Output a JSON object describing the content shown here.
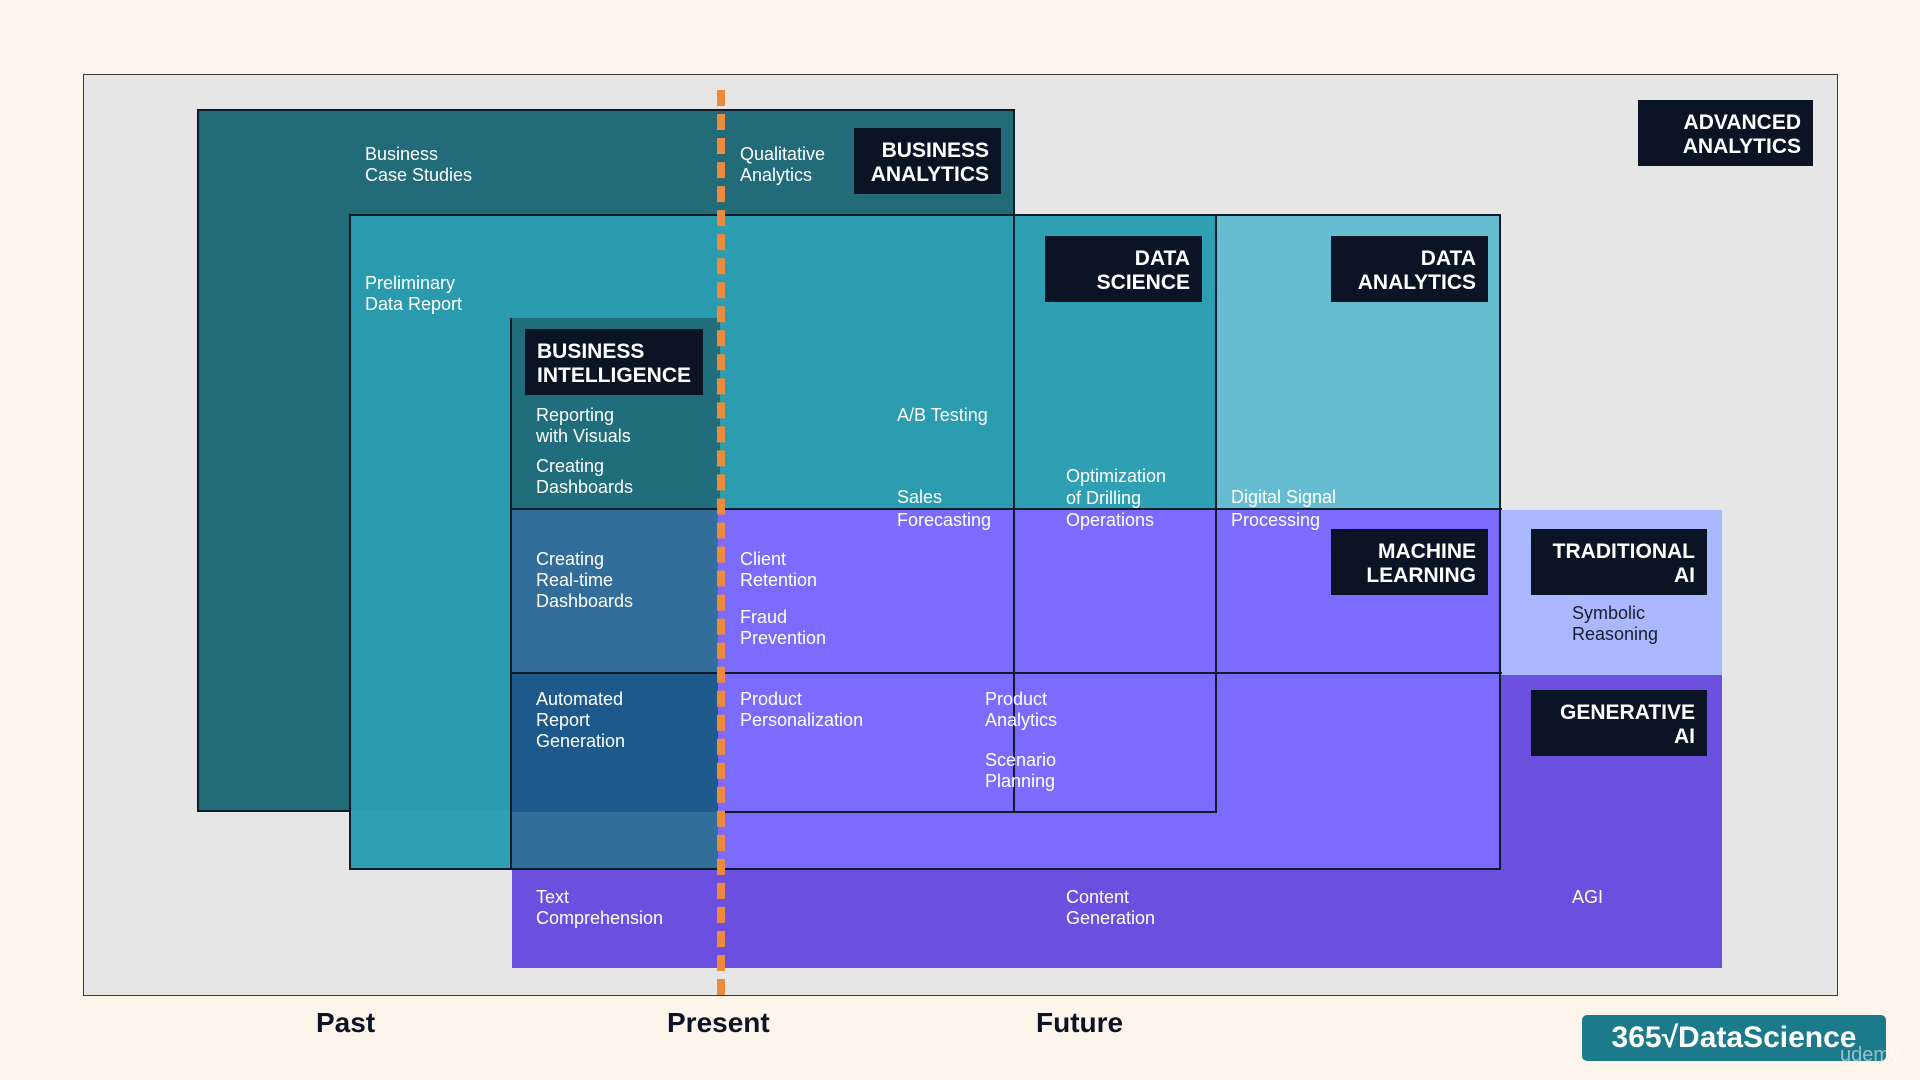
{
  "regions": {
    "business_analytics": {
      "tag": "BUSINESS\nANALYTICS",
      "color": "#226b78"
    },
    "data_science": {
      "tag": "DATA\nSCIENCE",
      "color": "#2fa0b4"
    },
    "data_analytics": {
      "tag": "DATA\nANALYTICS",
      "color": "#66bcd0"
    },
    "business_intelligence": {
      "tag": "BUSINESS\nINTELLIGENCE",
      "color": "#1f6b79"
    },
    "machine_learning": {
      "tag": "MACHINE\nLEARNING",
      "color": "#7b6bff"
    },
    "traditional_ai": {
      "tag": "TRADITIONAL\nAI",
      "color": "#aab8ff"
    },
    "generative_ai": {
      "tag": "GENERATIVE\nAI",
      "color": "#6b50e0"
    },
    "advanced_analytics": {
      "tag": "ADVANCED\nANALYTICS"
    }
  },
  "items": {
    "business_case_studies": "Business\nCase Studies",
    "qualitative_analytics": "Qualitative\nAnalytics",
    "preliminary_data_report": "Preliminary\nData Report",
    "reporting_with_visuals": "Reporting\nwith Visuals",
    "creating_dashboards": "Creating\nDashboards",
    "ab_testing": "A/B Testing",
    "sales_forecasting": "Sales\nForecasting",
    "optimization_of_drilling": "Optimization\nof Drilling\nOperations",
    "digital_signal_processing": "Digital Signal\nProcessing",
    "creating_realtime_dashboards": "Creating\nReal-time\nDashboards",
    "client_retention": "Client\nRetention",
    "fraud_prevention": "Fraud\nPrevention",
    "symbolic_reasoning": "Symbolic\nReasoning",
    "automated_report_generation": "Automated\nReport\nGeneration",
    "product_personalization": "Product\nPersonalization",
    "product_analytics": "Product\nAnalytics",
    "scenario_planning": "Scenario\nPlanning",
    "text_comprehension": "Text\nComprehension",
    "content_generation": "Content\nGeneration",
    "agi": "AGI"
  },
  "timeline": {
    "past": "Past",
    "present": "Present",
    "future": "Future",
    "present_line_color": "#ee8a3c"
  },
  "logo": {
    "text": "365√DataScience"
  },
  "watermark": "udemy"
}
